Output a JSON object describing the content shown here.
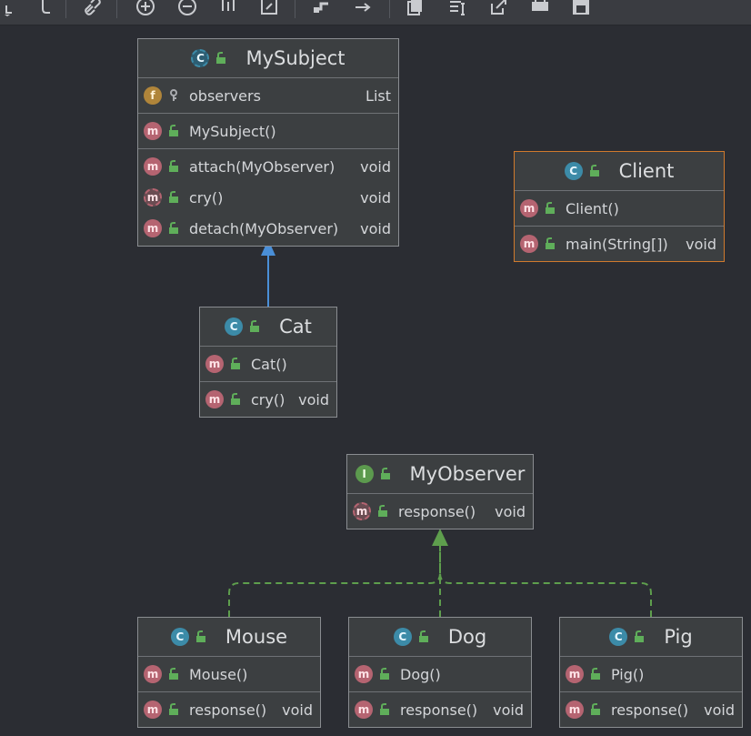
{
  "colors": {
    "canvas": "#2b2d33",
    "box": "#3c3f41",
    "box_border": "#8a8d91",
    "selected_border": "#d07a2d",
    "extends_arrow": "#4a8fd8",
    "implements_arrow": "#5e9e4d",
    "method_icon": "#b56471",
    "field_icon": "#b0853a",
    "class_icon": "#3c8ba8",
    "interface_icon": "#5c9a4e"
  },
  "toolbar": {
    "icons": [
      "fit-icon",
      "route-icon",
      "link-icon",
      "zoom-in-icon",
      "zoom-out-icon",
      "actual-size-icon",
      "fit-content-icon",
      "layout-icon",
      "apply-layout-icon",
      "copy-icon",
      "properties-icon",
      "export-icon",
      "print-icon",
      "save-icon"
    ]
  },
  "classes": {
    "mysubject": {
      "name": "MySubject",
      "icon_letter": "C",
      "fields": [
        {
          "icon": "f",
          "name": "observers",
          "type": "List"
        }
      ],
      "constructors": [
        {
          "icon": "m",
          "name": "MySubject()",
          "type": ""
        }
      ],
      "methods": [
        {
          "icon": "m",
          "name": "attach(MyObserver)",
          "type": "void"
        },
        {
          "icon": "m",
          "name": "cry()",
          "type": "void"
        },
        {
          "icon": "m",
          "name": "detach(MyObserver)",
          "type": "void"
        }
      ]
    },
    "client": {
      "name": "Client",
      "icon_letter": "C",
      "constructors": [
        {
          "icon": "m",
          "name": "Client()",
          "type": ""
        }
      ],
      "methods": [
        {
          "icon": "m",
          "name": "main(String[])",
          "type": "void"
        }
      ]
    },
    "cat": {
      "name": "Cat",
      "icon_letter": "C",
      "constructors": [
        {
          "icon": "m",
          "name": "Cat()",
          "type": ""
        }
      ],
      "methods": [
        {
          "icon": "m",
          "name": "cry()",
          "type": "void"
        }
      ]
    },
    "myobserver": {
      "name": "MyObserver",
      "icon_letter": "I",
      "methods": [
        {
          "icon": "m",
          "name": "response()",
          "type": "void"
        }
      ]
    },
    "mouse": {
      "name": "Mouse",
      "icon_letter": "C",
      "constructors": [
        {
          "icon": "m",
          "name": "Mouse()",
          "type": ""
        }
      ],
      "methods": [
        {
          "icon": "m",
          "name": "response()",
          "type": "void"
        }
      ]
    },
    "dog": {
      "name": "Dog",
      "icon_letter": "C",
      "constructors": [
        {
          "icon": "m",
          "name": "Dog()",
          "type": ""
        }
      ],
      "methods": [
        {
          "icon": "m",
          "name": "response()",
          "type": "void"
        }
      ]
    },
    "pig": {
      "name": "Pig",
      "icon_letter": "C",
      "constructors": [
        {
          "icon": "m",
          "name": "Pig()",
          "type": ""
        }
      ],
      "methods": [
        {
          "icon": "m",
          "name": "response()",
          "type": "void"
        }
      ]
    }
  },
  "relations": [
    {
      "from": "Cat",
      "to": "MySubject",
      "kind": "extends"
    },
    {
      "from": "Mouse",
      "to": "MyObserver",
      "kind": "implements"
    },
    {
      "from": "Dog",
      "to": "MyObserver",
      "kind": "implements"
    },
    {
      "from": "Pig",
      "to": "MyObserver",
      "kind": "implements"
    }
  ]
}
